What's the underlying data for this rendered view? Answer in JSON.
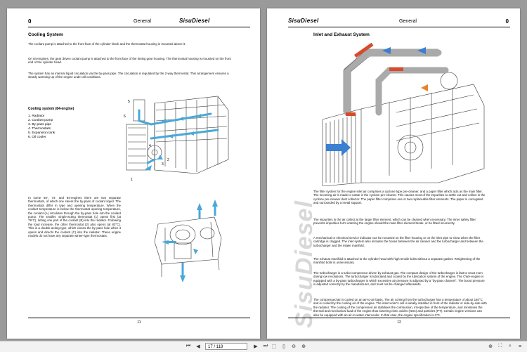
{
  "left_page": {
    "header": {
      "number": "0",
      "section": "General",
      "brand": "SisuDiesel"
    },
    "title": "Cooling System",
    "paragraphs": [
      "The coolant pump is attached to the front face of the cylinder block and the thermostat housing is mounted above it.",
      "On 84-engines, the gear driven coolant pump is attached to the front face of the timing gear housing. The thermostat housing is mounted on the front end of the cylinder head.",
      "The system has an internal liquid circulation via the by-pass pipe. The circulation is regulated by the 2-way thermostat. This arrangement ensures a steady warming-up of the engine under all conditions."
    ],
    "legend": {
      "title": "Cooling system (84-engine)",
      "items": [
        "1. Radiator",
        "2. Coolant pump",
        "3. By-pass pipe",
        "4. Thermostats",
        "5. Expansion tank",
        "6. Oil cooler"
      ]
    },
    "callouts": [
      "1",
      "2",
      "3",
      "4",
      "5",
      "6"
    ],
    "thermostat_text": "In some 66-, 74- and 84-engines there are two separate thermostats, of which one steers the by-pass of coolant liquid. The thermostats differ in type and opening temperature. When the coolant temperature is below the thermostat opening temperature, the coolant (A) circulates through the by-pass hole into the coolant pump. The smaller, single-acting thermostat (1) opens first (at 79°C), letting one part of the coolant (B) into the radiator. Following the load increase, the other thermostat (2) also opens (at 83°C). This is a double-acting type, which closes the by-pass hole when it opens and directs the coolant (C) into the radiator. These engine models do not have any separate winter-type thermostats.",
    "footer_page": "11"
  },
  "right_page": {
    "header": {
      "number": "0",
      "section": "General",
      "brand": "SisuDiesel"
    },
    "title": "Inlet and Exhaust System",
    "watermark": "SisuDiesel",
    "paragraphs": [
      "The filter system for the engine inlet air comprises a cyclone type pre-cleaner, and a paper filter which acts as the main filter. The incoming air is made to rotate in the cyclone pre-cleaner. This causes most of the impurities to settle out and collect in the cyclone pre-cleaner dust collector. The paper filter comprises one or two replaceable filter elements. The paper is corrugated and surrounded by a metal support.",
      "The impurities in the air collect at the larger filter element, which can be cleaned when necessary. The inner safety filter prevents impurities form entering the engine should the main filter element break, or be fitted incorrectly.",
      "A mechanical or electrical service indicator can be mounted on the filter housing or on the inlet pipe to show when the filter cartridge is clogged. The inlet system also includes the hoses between the air cleaner and the turbocharger and between the turbocharger and the intake manifold.",
      "The exhaust manifold is attached to the cylinder head with high tensile bolts without a separate gasket. Retightening of the manifold bolts is unnecessary.",
      "The turbocharger is a turbo-compressor driven by exhaust gas. The compact design of the turbocharger is fast to react even during low revolutions. The turbocharger is lubricated and cooled by the lubrication system of the engine. The CWA-engine is equipped with a by-pass turbocharger in which excessive air pressure is adjusted by a \"by-pass channel\". The boost pressure is adjusted correctly by the manufacturer, and must not be changed afterwards.",
      "The compressed air is cooled on an air-to-air basis. The air coming from the turbocharger has a temperature of about 150°C and is cooled by the cooling air of the engine. The intercooler's cell is ideally installed in front of the radiator or side-by-side with the radiator. The cooling of the compressed air stabilises the combustion, irrespective of the temperature, and minimises the thermal and mechanical load of the engine thus lowering nitric oxides (NOx) and particles (PT). Certain engine versions can also be equipped with an air-to-water intercooler. In that case, the engine specification is CTI."
    ],
    "footer_page": "12"
  },
  "toolbar": {
    "page_input": "17 / 118"
  },
  "colors": {
    "coolant": "#4aa8d8",
    "air_in": "#3a7fd0",
    "hot": "#d84a2a",
    "watermark": "#d8d8d8"
  }
}
